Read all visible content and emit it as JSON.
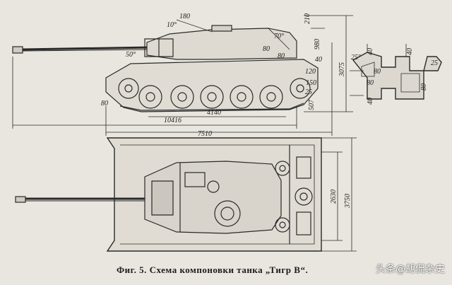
{
  "caption": "Фиг. 5. Схема компоновки танка „Тигр В“.",
  "watermark": "头条@胡侃杂史",
  "side_view": {
    "dims": {
      "length_gun": "10416",
      "hull_length": "7510",
      "track_contact": "4140",
      "height": "3075",
      "d210": "210",
      "d980": "980",
      "d180": "180",
      "d10": "10°",
      "d70": "70°",
      "d80a": "80",
      "d80b": "80",
      "d50": "50°",
      "d120": "120",
      "d80c": "80",
      "d150": "150",
      "d40": "40",
      "d25": "25",
      "d507": "507"
    }
  },
  "section_view": {
    "dims": {
      "angle": "25°",
      "t40a": "40",
      "t80a": "80",
      "t80b": "80",
      "t80c": "80",
      "t40b": "40",
      "t40c": "40",
      "t25b": "25"
    }
  },
  "top_view": {
    "dims": {
      "track_width": "2630",
      "overall_width": "3750"
    }
  },
  "colors": {
    "paper": "#e9e6df",
    "ink": "#2a2a2a"
  }
}
